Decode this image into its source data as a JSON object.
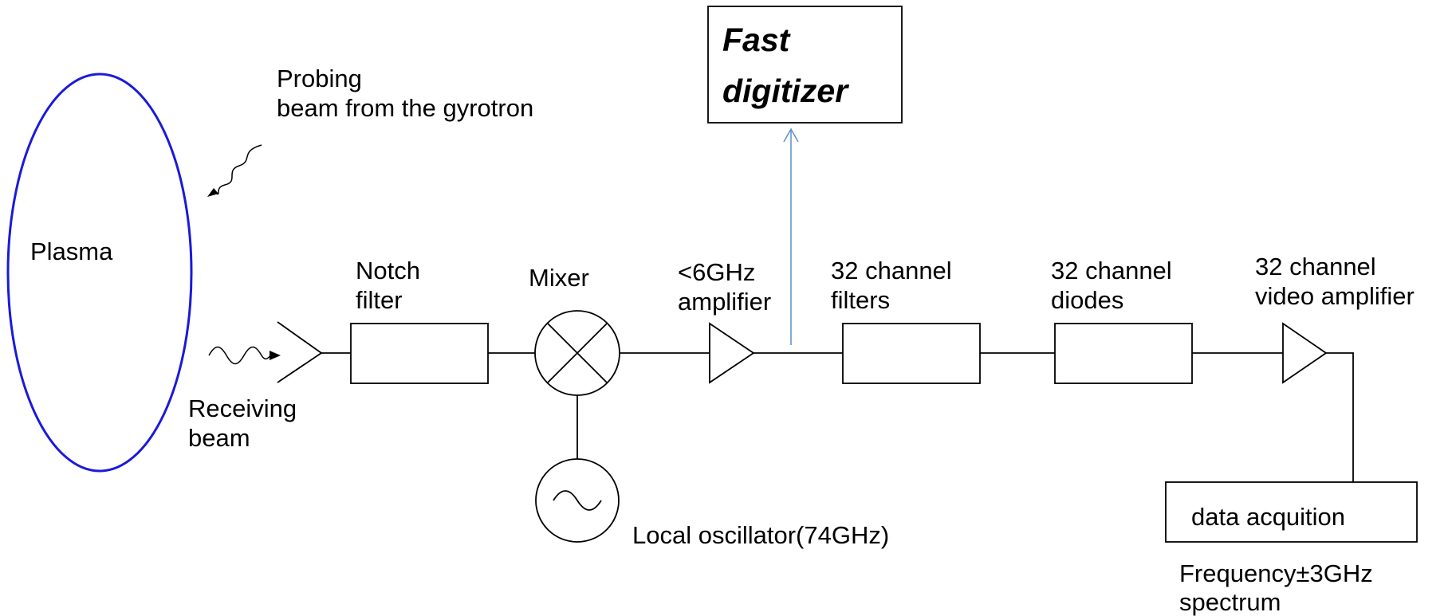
{
  "colors": {
    "plasma": "#1a1adb",
    "digitizer_arrow": "#5b8fc7",
    "line": "#000000"
  },
  "labels": {
    "plasma": "Plasma",
    "probing_line1": "Probing",
    "probing_line2": "beam from the gyrotron",
    "receiving_line1": "Receiving",
    "receiving_line2": "beam",
    "notch_line1": "Notch",
    "notch_line2": "filter",
    "mixer": "Mixer",
    "amp_line1": "<6GHz",
    "amp_line2": "amplifier",
    "filters_line1": "32 channel",
    "filters_line2": "filters",
    "diodes_line1": "32 channel",
    "diodes_line2": "diodes",
    "video_line1": "32 channel",
    "video_line2": "video amplifier",
    "oscillator": "Local oscillator(74GHz)",
    "digitizer_line1": "Fast",
    "digitizer_line2": "digitizer",
    "daq": "data acquition",
    "freq_line1": "Frequency±3GHz",
    "freq_line2": "spectrum"
  },
  "icons": [
    "antenna-icon",
    "mixer-icon",
    "oscillator-icon",
    "amplifier-icon",
    "wave-arrow-icon"
  ]
}
